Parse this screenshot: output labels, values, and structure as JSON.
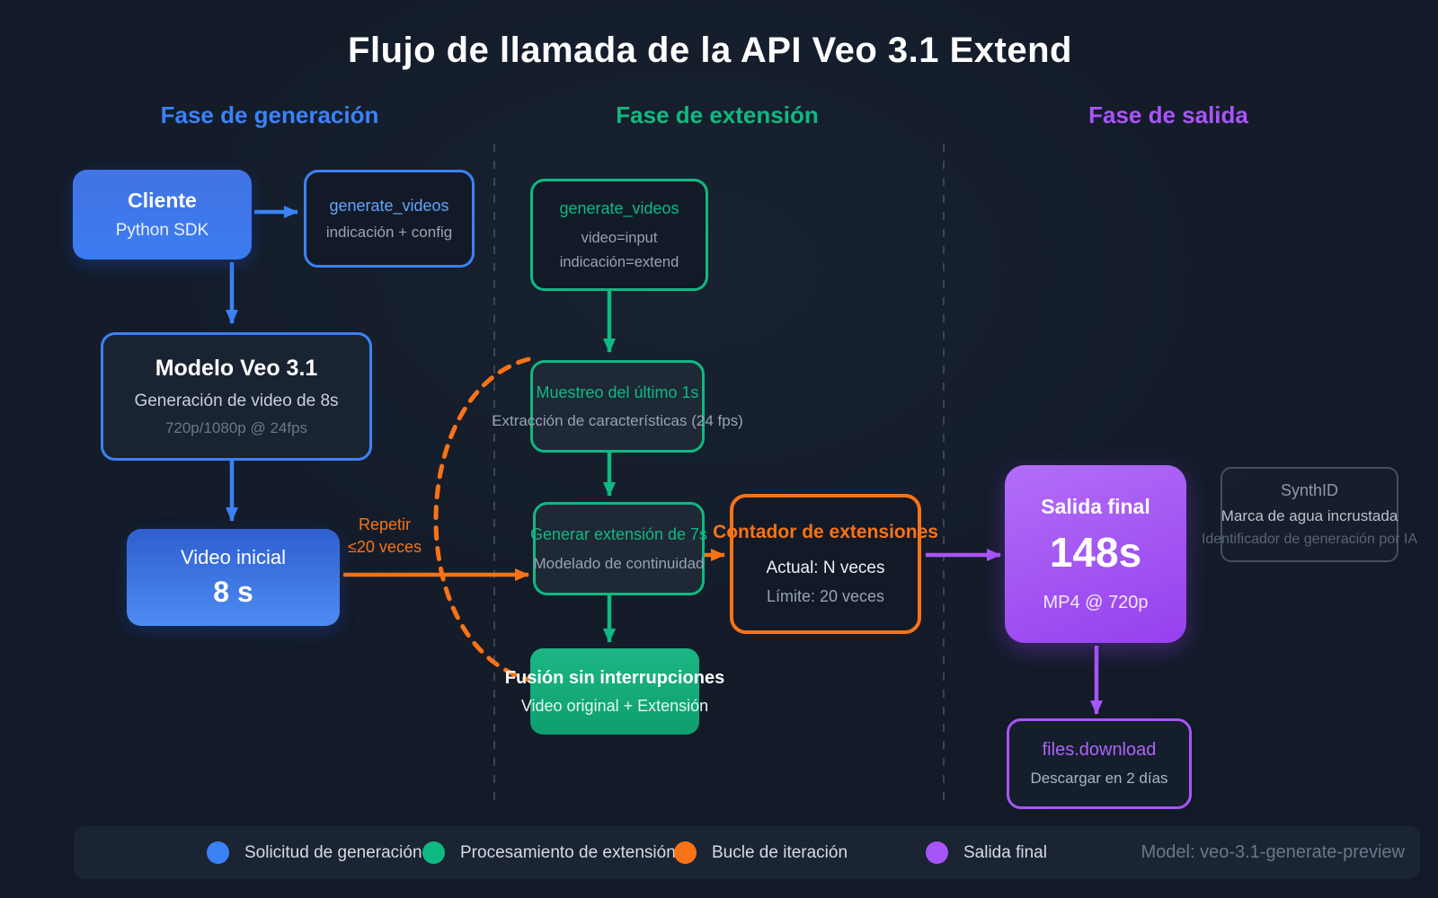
{
  "title": "Flujo de llamada de la API Veo 3.1 Extend",
  "phases": [
    {
      "label": "Fase de generación",
      "color": "#3b82f6"
    },
    {
      "label": "Fase de extensión",
      "color": "#10b981"
    },
    {
      "label": "Fase de salida",
      "color": "#a855f7"
    }
  ],
  "nodes": {
    "cliente": {
      "title": "Cliente",
      "subtitle": "Python SDK"
    },
    "generate_videos_request": {
      "title": "generate_videos",
      "subtitle": "indicación + config"
    },
    "modelo": {
      "title": "Modelo Veo 3.1",
      "line2": "Generación de video de 8s",
      "line3": "720p/1080p @ 24fps"
    },
    "video_inicial": {
      "title": "Video inicial",
      "duration": "8 s"
    },
    "generate_videos_extend": {
      "title": "generate_videos",
      "line2": "video=input",
      "line3": "indicación=extend"
    },
    "muestreo": {
      "title": "Muestreo del último 1s",
      "subtitle": "Extracción de características (24 fps)"
    },
    "generar": {
      "title": "Generar extensión de 7s",
      "subtitle": "Modelado de continuidad"
    },
    "fusion": {
      "title": "Fusión sin interrupciones",
      "subtitle": "Video original + Extensión"
    },
    "contador": {
      "title": "Contador de extensiones",
      "line2": "Actual: N veces",
      "line3": "Límite: 20 veces"
    },
    "salida": {
      "title": "Salida final",
      "duration": "148s",
      "line3": "MP4 @ 720p"
    },
    "synthid": {
      "title": "SynthID",
      "line2": "Marca de agua incrustada",
      "line3": "Identificador de generación por IA"
    },
    "files_download": {
      "title": "files.download",
      "subtitle": "Descargar en 2 días"
    }
  },
  "loop_label": {
    "line1": "Repetir",
    "line2": "≤20 veces"
  },
  "legend": {
    "items": [
      {
        "label": "Solicitud de generación",
        "color": "#3b82f6"
      },
      {
        "label": "Procesamiento de extensión",
        "color": "#10b981"
      },
      {
        "label": "Bucle de iteración",
        "color": "#f97316"
      },
      {
        "label": "Salida final",
        "color": "#a855f7"
      }
    ],
    "model": "Model: veo-3.1-generate-preview"
  },
  "colors": {
    "blue": "#3b82f6",
    "green": "#10b981",
    "orange": "#f97316",
    "purple": "#a855f7",
    "separator": "#5a6676"
  }
}
